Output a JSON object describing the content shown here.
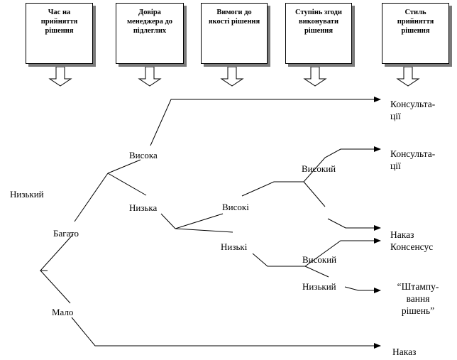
{
  "headers": [
    "Час на прийняття рішення",
    "Довіра менеджера до підлеглих",
    "Вимоги до якості рішення",
    "Ступінь згоди виконувати рішення",
    "Стиль прийняття рішення"
  ],
  "levels": {
    "time_low": "Низький",
    "time_much": "Багато",
    "time_little": "Мало",
    "trust_high": "Висока",
    "trust_low": "Низька",
    "quality_high": "Високі",
    "quality_low": "Низькі",
    "consent_high_1": "Високий",
    "consent_high_2": "Високий",
    "consent_low": "Низький"
  },
  "results": {
    "consult_1_a": "Консульта-",
    "consult_1_b": "ції",
    "consult_2_a": "Консульта-",
    "consult_2_b": "ції",
    "order_1": "Наказ",
    "consensus": "Консенсус",
    "stamp_a": "“Штампу-",
    "stamp_b": "вання",
    "stamp_c": "рішень”",
    "order_2": "Наказ"
  },
  "colors": {
    "line": "#000000",
    "box_shadow": "#7a7a7a",
    "arrow_fill": "#ffffff"
  }
}
